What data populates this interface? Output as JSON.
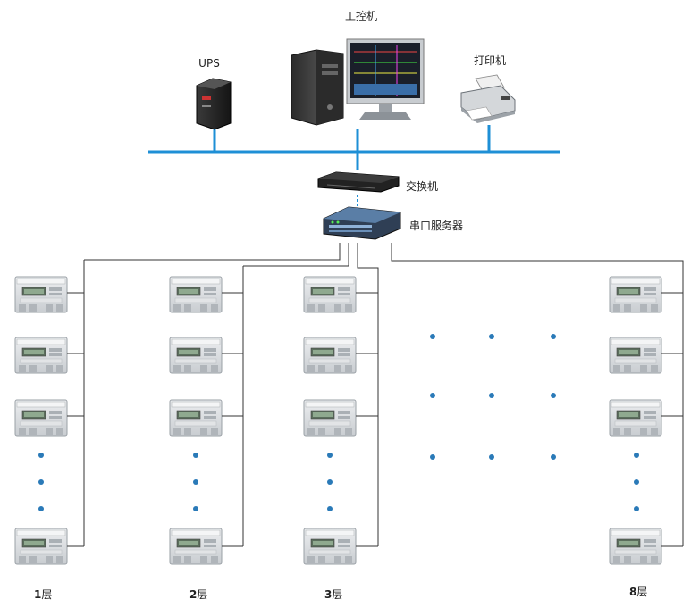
{
  "labels": {
    "ipc": "工控机",
    "ups": "UPS",
    "printer": "打印机",
    "switch": "交换机",
    "serial_server": "串口服务器"
  },
  "floors": [
    {
      "num": "1",
      "suffix": "层"
    },
    {
      "num": "2",
      "suffix": "层"
    },
    {
      "num": "3",
      "suffix": "层"
    },
    {
      "num": "8",
      "suffix": "层"
    }
  ],
  "colors": {
    "network_bus": "#1e8fd6",
    "wire": "#333333",
    "dot": "#2a7ab8",
    "meter_body": "#d7dadd"
  },
  "icons": {
    "ipc": "computer-tower-monitor-icon",
    "ups": "ups-icon",
    "printer": "printer-icon",
    "switch": "network-switch-icon",
    "serial_server": "serial-server-icon",
    "meter": "electric-meter-icon"
  }
}
